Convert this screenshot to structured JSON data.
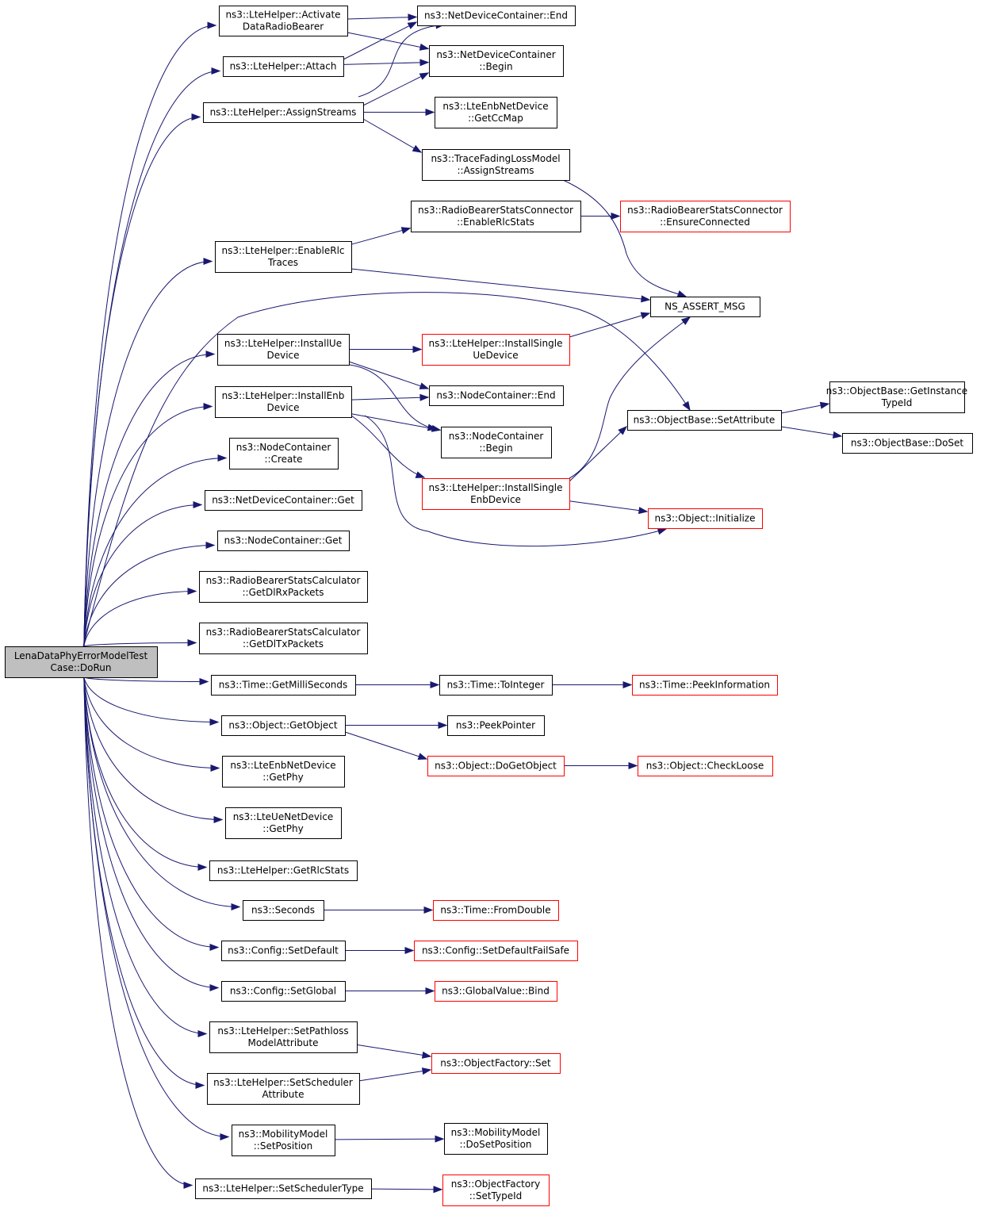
{
  "graph": {
    "style": {
      "edge_color": "#191970",
      "root_fill": "#bfbfbf",
      "node_border": "#000000",
      "partial_node_border": "#ff0000",
      "node_fill": "#ffffff"
    },
    "nodes": [
      {
        "id": "root",
        "lines": [
          "LenaDataPhyErrorModelTest",
          "Case::DoRun"
        ],
        "kind": "root"
      },
      {
        "id": "n1",
        "lines": [
          "ns3::LteHelper::Activate",
          "DataRadioBearer"
        ],
        "kind": "normal"
      },
      {
        "id": "n2",
        "lines": [
          "ns3::LteHelper::Attach"
        ],
        "kind": "normal"
      },
      {
        "id": "n3",
        "lines": [
          "ns3::LteHelper::AssignStreams"
        ],
        "kind": "normal"
      },
      {
        "id": "n4",
        "lines": [
          "ns3::LteHelper::EnableRlc",
          "Traces"
        ],
        "kind": "normal"
      },
      {
        "id": "n5",
        "lines": [
          "ns3::LteHelper::InstallUe",
          "Device"
        ],
        "kind": "normal"
      },
      {
        "id": "n6",
        "lines": [
          "ns3::LteHelper::InstallEnb",
          "Device"
        ],
        "kind": "normal"
      },
      {
        "id": "n7",
        "lines": [
          "ns3::NodeContainer",
          "::Create"
        ],
        "kind": "normal"
      },
      {
        "id": "n8",
        "lines": [
          "ns3::NetDeviceContainer::Get"
        ],
        "kind": "normal"
      },
      {
        "id": "n9",
        "lines": [
          "ns3::NodeContainer::Get"
        ],
        "kind": "normal"
      },
      {
        "id": "n10",
        "lines": [
          "ns3::RadioBearerStatsCalculator",
          "::GetDlRxPackets"
        ],
        "kind": "normal"
      },
      {
        "id": "n11",
        "lines": [
          "ns3::RadioBearerStatsCalculator",
          "::GetDlTxPackets"
        ],
        "kind": "normal"
      },
      {
        "id": "n12",
        "lines": [
          "ns3::Time::GetMilliSeconds"
        ],
        "kind": "normal"
      },
      {
        "id": "n13",
        "lines": [
          "ns3::Object::GetObject"
        ],
        "kind": "normal"
      },
      {
        "id": "n14",
        "lines": [
          "ns3::LteEnbNetDevice",
          "::GetPhy"
        ],
        "kind": "normal"
      },
      {
        "id": "n15",
        "lines": [
          "ns3::LteUeNetDevice",
          "::GetPhy"
        ],
        "kind": "normal"
      },
      {
        "id": "n16",
        "lines": [
          "ns3::LteHelper::GetRlcStats"
        ],
        "kind": "normal"
      },
      {
        "id": "n17",
        "lines": [
          "ns3::Seconds"
        ],
        "kind": "normal"
      },
      {
        "id": "n18",
        "lines": [
          "ns3::Config::SetDefault"
        ],
        "kind": "normal"
      },
      {
        "id": "n19",
        "lines": [
          "ns3::Config::SetGlobal"
        ],
        "kind": "normal"
      },
      {
        "id": "n20",
        "lines": [
          "ns3::LteHelper::SetPathloss",
          "ModelAttribute"
        ],
        "kind": "normal"
      },
      {
        "id": "n21",
        "lines": [
          "ns3::LteHelper::SetScheduler",
          "Attribute"
        ],
        "kind": "normal"
      },
      {
        "id": "n22",
        "lines": [
          "ns3::MobilityModel",
          "::SetPosition"
        ],
        "kind": "normal"
      },
      {
        "id": "n23",
        "lines": [
          "ns3::LteHelper::SetSchedulerType"
        ],
        "kind": "normal"
      },
      {
        "id": "m1",
        "lines": [
          "ns3::NetDeviceContainer::End"
        ],
        "kind": "normal"
      },
      {
        "id": "m2",
        "lines": [
          "ns3::NetDeviceContainer",
          "::Begin"
        ],
        "kind": "normal"
      },
      {
        "id": "m3",
        "lines": [
          "ns3::LteEnbNetDevice",
          "::GetCcMap"
        ],
        "kind": "normal"
      },
      {
        "id": "m4",
        "lines": [
          "ns3::TraceFadingLossModel",
          "::AssignStreams"
        ],
        "kind": "normal"
      },
      {
        "id": "m5",
        "lines": [
          "ns3::RadioBearerStatsConnector",
          "::EnableRlcStats"
        ],
        "kind": "normal"
      },
      {
        "id": "m6",
        "lines": [
          "ns3::LteHelper::InstallSingle",
          "UeDevice"
        ],
        "kind": "partial"
      },
      {
        "id": "m7",
        "lines": [
          "ns3::NodeContainer::End"
        ],
        "kind": "normal"
      },
      {
        "id": "m8",
        "lines": [
          "ns3::NodeContainer",
          "::Begin"
        ],
        "kind": "normal"
      },
      {
        "id": "m9",
        "lines": [
          "ns3::LteHelper::InstallSingle",
          "EnbDevice"
        ],
        "kind": "partial"
      },
      {
        "id": "m10",
        "lines": [
          "ns3::Time::ToInteger"
        ],
        "kind": "normal"
      },
      {
        "id": "m11",
        "lines": [
          "ns3::PeekPointer"
        ],
        "kind": "normal"
      },
      {
        "id": "m12",
        "lines": [
          "ns3::Object::DoGetObject"
        ],
        "kind": "partial"
      },
      {
        "id": "m13",
        "lines": [
          "ns3::Time::FromDouble"
        ],
        "kind": "partial"
      },
      {
        "id": "m14",
        "lines": [
          "ns3::Config::SetDefaultFailSafe"
        ],
        "kind": "partial"
      },
      {
        "id": "m15",
        "lines": [
          "ns3::GlobalValue::Bind"
        ],
        "kind": "partial"
      },
      {
        "id": "m16",
        "lines": [
          "ns3::ObjectFactory::Set"
        ],
        "kind": "partial"
      },
      {
        "id": "m17",
        "lines": [
          "ns3::MobilityModel",
          "::DoSetPosition"
        ],
        "kind": "normal"
      },
      {
        "id": "m18",
        "lines": [
          "ns3::ObjectFactory",
          "::SetTypeId"
        ],
        "kind": "partial"
      },
      {
        "id": "r1",
        "lines": [
          "ns3::RadioBearerStatsConnector",
          "::EnsureConnected"
        ],
        "kind": "partial"
      },
      {
        "id": "r2",
        "lines": [
          "NS_ASSERT_MSG"
        ],
        "kind": "normal"
      },
      {
        "id": "r3",
        "lines": [
          "ns3::ObjectBase::SetAttribute"
        ],
        "kind": "normal"
      },
      {
        "id": "r4",
        "lines": [
          "ns3::Object::Initialize"
        ],
        "kind": "partial"
      },
      {
        "id": "r5",
        "lines": [
          "ns3::Time::PeekInformation"
        ],
        "kind": "partial"
      },
      {
        "id": "r6",
        "lines": [
          "ns3::Object::CheckLoose"
        ],
        "kind": "partial"
      },
      {
        "id": "s1",
        "lines": [
          "ns3::ObjectBase::GetInstance",
          "TypeId"
        ],
        "kind": "normal"
      },
      {
        "id": "s2",
        "lines": [
          "ns3::ObjectBase::DoSet"
        ],
        "kind": "normal"
      }
    ],
    "edges": [
      {
        "from": "root",
        "to": "n1"
      },
      {
        "from": "root",
        "to": "n2"
      },
      {
        "from": "root",
        "to": "n3"
      },
      {
        "from": "root",
        "to": "n4"
      },
      {
        "from": "root",
        "to": "r3"
      },
      {
        "from": "root",
        "to": "n5"
      },
      {
        "from": "root",
        "to": "n6"
      },
      {
        "from": "root",
        "to": "n7"
      },
      {
        "from": "root",
        "to": "n8"
      },
      {
        "from": "root",
        "to": "n9"
      },
      {
        "from": "root",
        "to": "n10"
      },
      {
        "from": "root",
        "to": "n11"
      },
      {
        "from": "root",
        "to": "n12"
      },
      {
        "from": "root",
        "to": "n13"
      },
      {
        "from": "root",
        "to": "n14"
      },
      {
        "from": "root",
        "to": "n15"
      },
      {
        "from": "root",
        "to": "n16"
      },
      {
        "from": "root",
        "to": "n17"
      },
      {
        "from": "root",
        "to": "n18"
      },
      {
        "from": "root",
        "to": "n19"
      },
      {
        "from": "root",
        "to": "n20"
      },
      {
        "from": "root",
        "to": "n21"
      },
      {
        "from": "root",
        "to": "n22"
      },
      {
        "from": "root",
        "to": "n23"
      },
      {
        "from": "n1",
        "to": "m1"
      },
      {
        "from": "n1",
        "to": "m2"
      },
      {
        "from": "n2",
        "to": "m1"
      },
      {
        "from": "n2",
        "to": "m2"
      },
      {
        "from": "n3",
        "to": "m1"
      },
      {
        "from": "n3",
        "to": "m2"
      },
      {
        "from": "n3",
        "to": "m3"
      },
      {
        "from": "n3",
        "to": "m4"
      },
      {
        "from": "m4",
        "to": "r2"
      },
      {
        "from": "n4",
        "to": "m5"
      },
      {
        "from": "n4",
        "to": "r2"
      },
      {
        "from": "m5",
        "to": "r1"
      },
      {
        "from": "n5",
        "to": "m6"
      },
      {
        "from": "n5",
        "to": "m7"
      },
      {
        "from": "n5",
        "to": "m8"
      },
      {
        "from": "m6",
        "to": "r2"
      },
      {
        "from": "n6",
        "to": "m7"
      },
      {
        "from": "n6",
        "to": "m8"
      },
      {
        "from": "n6",
        "to": "m9"
      },
      {
        "from": "n6",
        "to": "r4"
      },
      {
        "from": "m9",
        "to": "r2"
      },
      {
        "from": "m9",
        "to": "r3"
      },
      {
        "from": "m9",
        "to": "r4"
      },
      {
        "from": "r3",
        "to": "s1"
      },
      {
        "from": "r3",
        "to": "s2"
      },
      {
        "from": "n12",
        "to": "m10"
      },
      {
        "from": "m10",
        "to": "r5"
      },
      {
        "from": "n13",
        "to": "m11"
      },
      {
        "from": "n13",
        "to": "m12"
      },
      {
        "from": "m12",
        "to": "r6"
      },
      {
        "from": "n17",
        "to": "m13"
      },
      {
        "from": "n18",
        "to": "m14"
      },
      {
        "from": "n19",
        "to": "m15"
      },
      {
        "from": "n20",
        "to": "m16"
      },
      {
        "from": "n21",
        "to": "m16"
      },
      {
        "from": "n22",
        "to": "m17"
      },
      {
        "from": "n23",
        "to": "m18"
      }
    ]
  }
}
